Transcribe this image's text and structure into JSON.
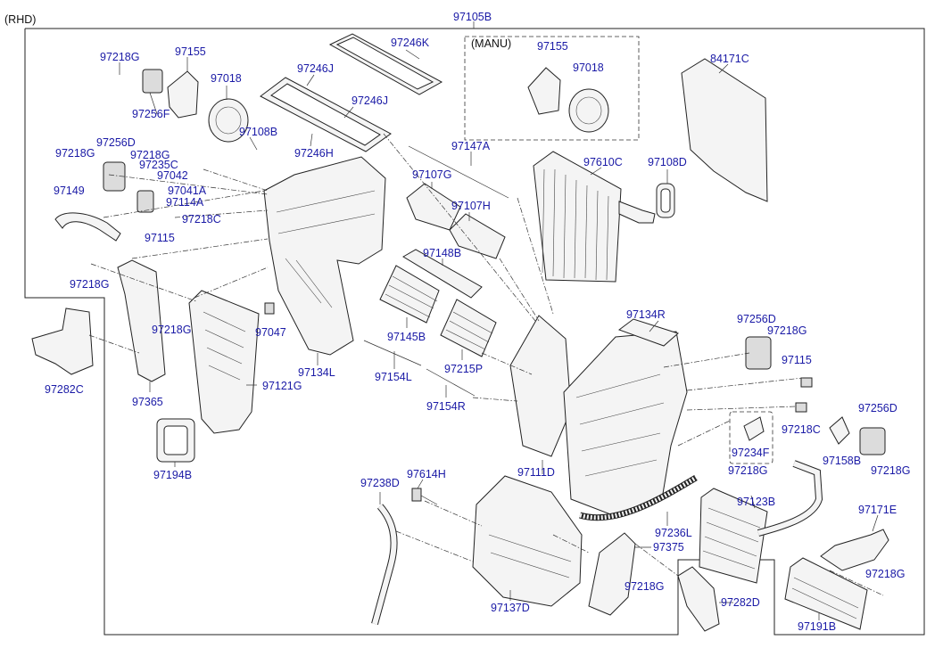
{
  "diagram": {
    "variant_label": "(RHD)",
    "manual_group_label": "(MANU)",
    "parts": {
      "p97105B": "97105B",
      "p97246K": "97246K",
      "p97246J_a": "97246J",
      "p97246J_b": "97246J",
      "p97246H": "97246H",
      "p97155_a": "97155",
      "p97155_b": "97155",
      "p97018_a": "97018",
      "p97018_b": "97018",
      "p97218G_1": "97218G",
      "p97256F": "97256F",
      "p97108B": "97108B",
      "p97256D_a": "97256D",
      "p97218G_2": "97218G",
      "p97218G_3": "97218G",
      "p97235C": "97235C",
      "p97042": "97042",
      "p97041A": "97041A",
      "p97114A": "97114A",
      "p97218C_a": "97218C",
      "p97149": "97149",
      "p97115_a": "97115",
      "p97218G_4": "97218G",
      "p97218G_5": "97218G",
      "p97047": "97047",
      "p97134L": "97134L",
      "p97121G": "97121G",
      "p97282C": "97282C",
      "p97365": "97365",
      "p97194B": "97194B",
      "p97147A": "97147A",
      "p97107G": "97107G",
      "p97107H": "97107H",
      "p97148B": "97148B",
      "p97145B": "97145B",
      "p97215P": "97215P",
      "p97154L": "97154L",
      "p97154R": "97154R",
      "p84171C": "84171C",
      "p97610C": "97610C",
      "p97108D": "97108D",
      "p97134R": "97134R",
      "p97256D_b": "97256D",
      "p97218G_6": "97218G",
      "p97115_b": "97115",
      "p97218C_b": "97218C",
      "p97234F": "97234F",
      "p97256D_c": "97256D",
      "p97158B": "97158B",
      "p97218G_7": "97218G",
      "p97218G_8": "97218G",
      "p97123B": "97123B",
      "p97171E": "97171E",
      "p97218G_9": "97218G",
      "p97191B": "97191B",
      "p97111D": "97111D",
      "p97238D": "97238D",
      "p97614H": "97614H",
      "p97236L": "97236L",
      "p97375": "97375",
      "p97218G_10": "97218G",
      "p97282D": "97282D",
      "p97137D": "97137D"
    }
  }
}
